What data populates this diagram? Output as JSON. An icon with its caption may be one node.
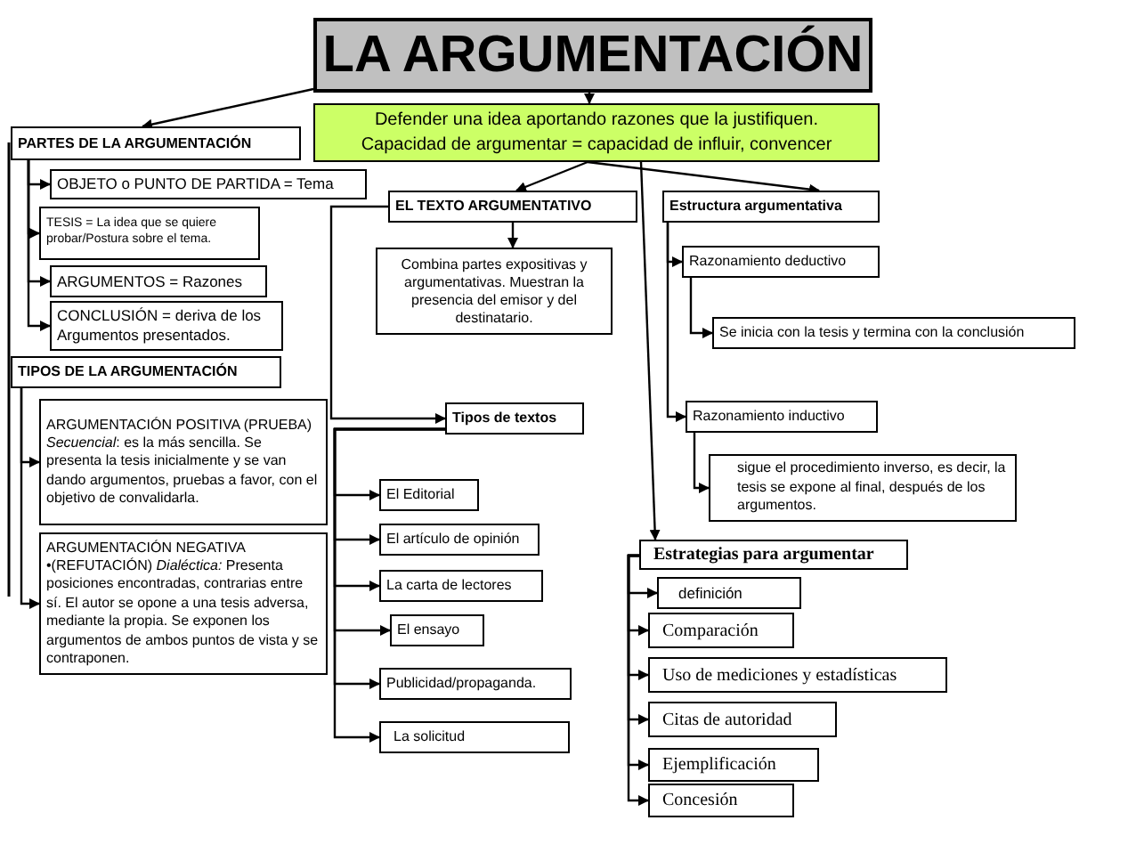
{
  "diagram": {
    "nodes": [
      {
        "text": [
          "LA ARGUMENTACIÓN"
        ]
      },
      {
        "text": [
          "Defender una idea aportando razones que la justifiquen.",
          "Capacidad de argumentar = capacidad de influir, convencer"
        ]
      },
      {
        "text": [
          "PARTES DE LA ARGUMENTACIÓN"
        ]
      },
      {
        "text": [
          "OBJETO o PUNTO DE PARTIDA = Tema"
        ]
      },
      {
        "text": [
          "TESIS = La idea que se quiere probar/Postura sobre el tema."
        ]
      },
      {
        "text": [
          "ARGUMENTOS = Razones"
        ]
      },
      {
        "text": [
          "CONCLUSIÓN = deriva de los Argumentos presentados."
        ]
      },
      {
        "text": [
          "TIPOS DE LA ARGUMENTACIÓN"
        ]
      },
      {
        "text": [
          "ARGUMENTACIÓN POSITIVA (PRUEBA) *Secuencial*: es la más sencilla. Se presenta la tesis inicialmente y se van dando argumentos, pruebas a favor, con el objetivo de convalidarla."
        ]
      },
      {
        "text": [
          "ARGUMENTACIÓN NEGATIVA •(REFUTACIÓN) *Dialéctica:* Presenta posiciones encontradas, contrarias entre sí. El autor se opone a una tesis adversa, mediante la propia. Se exponen los argumentos de ambos puntos de vista y se contraponen."
        ]
      },
      {
        "text": [
          "EL TEXTO ARGUMENTATIVO"
        ]
      },
      {
        "text": [
          "Combina partes expositivas y argumentativas. Muestran la presencia del emisor y del destinatario."
        ]
      },
      {
        "text": [
          "Estructura argumentativa"
        ]
      },
      {
        "text": [
          "Razonamiento deductivo"
        ]
      },
      {
        "text": [
          "Se inicia con la tesis y termina con la conclusión"
        ]
      },
      {
        "text": [
          "Tipos de textos"
        ]
      },
      {
        "text": [
          "El Editorial"
        ]
      },
      {
        "text": [
          "El artículo de opinión"
        ]
      },
      {
        "text": [
          "La carta de lectores"
        ]
      },
      {
        "text": [
          "El ensayo"
        ]
      },
      {
        "text": [
          "Publicidad/propaganda."
        ]
      },
      {
        "text": [
          "La solicitud"
        ]
      },
      {
        "text": [
          "Razonamiento inductivo"
        ]
      },
      {
        "text": [
          "sigue el procedimiento inverso, es decir, la tesis se expone al final, después de los argumentos."
        ]
      },
      {
        "text": [
          "Estrategias para argumentar"
        ]
      },
      {
        "text": [
          "definición"
        ]
      },
      {
        "text": [
          "Comparación"
        ]
      },
      {
        "text": [
          "Uso de mediciones y estadísticas"
        ]
      },
      {
        "text": [
          "Citas de autoridad"
        ]
      },
      {
        "text": [
          "Ejemplificación"
        ]
      },
      {
        "text": [
          "Concesión"
        ]
      }
    ],
    "edges": [
      {
        "from": 0,
        "to": 2,
        "arrow": "to"
      },
      {
        "from": 0,
        "to": 1,
        "arrow": "to"
      },
      {
        "from": 1,
        "to": 10,
        "arrow": "to"
      },
      {
        "from": 1,
        "to": 12,
        "arrow": "to"
      },
      {
        "from": 1,
        "to": 24,
        "arrow": "to"
      },
      {
        "from": 2,
        "to": 3,
        "arrow": "to"
      },
      {
        "from": 2,
        "to": 4,
        "arrow": "to"
      },
      {
        "from": 2,
        "to": 5,
        "arrow": "to"
      },
      {
        "from": 2,
        "to": 6,
        "arrow": "to"
      },
      {
        "from": 7,
        "to": 8,
        "arrow": "to"
      },
      {
        "from": 7,
        "to": 9,
        "arrow": "to"
      },
      {
        "from": 10,
        "to": 11,
        "arrow": "to"
      },
      {
        "from": 10,
        "to": 15,
        "arrow": "to"
      },
      {
        "from": 15,
        "to": 16,
        "arrow": "to"
      },
      {
        "from": 15,
        "to": 17,
        "arrow": "to"
      },
      {
        "from": 15,
        "to": 18,
        "arrow": "to"
      },
      {
        "from": 15,
        "to": 19,
        "arrow": "to"
      },
      {
        "from": 15,
        "to": 20,
        "arrow": "to"
      },
      {
        "from": 15,
        "to": 21,
        "arrow": "to"
      },
      {
        "from": 12,
        "to": 13,
        "arrow": "to"
      },
      {
        "from": 13,
        "to": 14,
        "arrow": "to"
      },
      {
        "from": 12,
        "to": 22,
        "arrow": "to"
      },
      {
        "from": 22,
        "to": 23,
        "arrow": "to"
      },
      {
        "from": 24,
        "to": 25,
        "arrow": "to"
      },
      {
        "from": 24,
        "to": 26,
        "arrow": "to"
      },
      {
        "from": 24,
        "to": 27,
        "arrow": "to"
      },
      {
        "from": 24,
        "to": 28,
        "arrow": "to"
      },
      {
        "from": 24,
        "to": 29,
        "arrow": "to"
      },
      {
        "from": 24,
        "to": 30,
        "arrow": "to"
      }
    ]
  }
}
